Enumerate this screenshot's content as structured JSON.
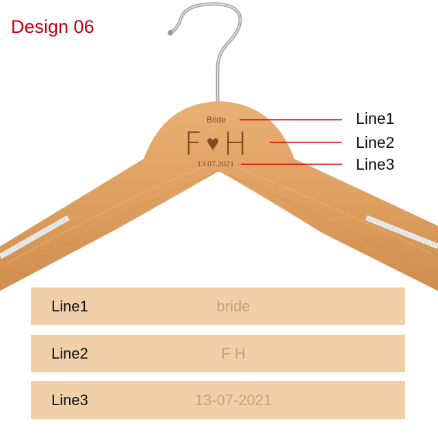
{
  "title": "Design 06",
  "engraving": {
    "line1": "Bride",
    "initial_left": "F",
    "heart_icon": "heart-icon",
    "initial_right": "H",
    "line3": "13.07.2021"
  },
  "callouts": {
    "line1": "Line1",
    "line2": "Line2",
    "line3": "Line3"
  },
  "fields": [
    {
      "label": "Line1",
      "value": "bride"
    },
    {
      "label": "Line2",
      "value": "F H"
    },
    {
      "label": "Line3",
      "value": "13-07-2021"
    }
  ],
  "colors": {
    "title": "#c8000a",
    "callout_line": "#e00000",
    "field_background": "#f0cfa9",
    "field_value": "#c2a284",
    "wood": "#e3a466"
  }
}
